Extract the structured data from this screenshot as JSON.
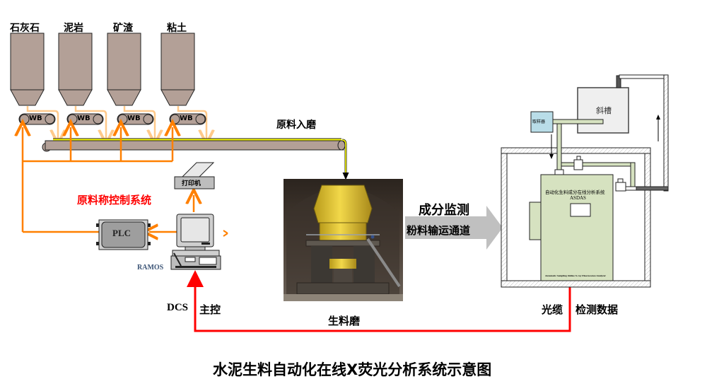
{
  "title": "水泥生料自动化在线X荧光分析系统示意图",
  "silos": [
    {
      "name": "石灰石",
      "scale": "WB"
    },
    {
      "name": "泥岩",
      "scale": "WB"
    },
    {
      "name": "矿渣",
      "scale": "WB"
    },
    {
      "name": "粘土",
      "scale": "WB"
    }
  ],
  "labels": {
    "raw_to_mill": "原料入磨",
    "weighing_control": "原料称控制系统",
    "printer": "打印机",
    "plc": "PLC",
    "ramos": "RAMOS",
    "dcs": "DCS",
    "main_control": "主控",
    "raw_mill": "生料磨",
    "composition_monitoring": "成分监测",
    "powder_channel": "粉料输运通道",
    "sampler": "取样器",
    "chute": "斜槽",
    "analyzer_name": "自动化生料成分在线分析系统",
    "analyzer_code": "ASDAS",
    "analyzer_footer": "Automatic Sampling Online X-ray Fluorescence Analyzer",
    "fiber_cable": "光缆",
    "detection_data": "检测数据"
  },
  "colors": {
    "orange_line": "#ff8000",
    "light_orange_line": "#ffc98a",
    "red_line": "#ff0000",
    "silo_fill": "#b3a097",
    "analyzer_fill": "#d6e2c0",
    "sampler_fill": "#b9dde8",
    "chute_fill": "#efefef",
    "arrow_gray": "#c0c0c0",
    "red_text": "#ff0000",
    "ramos_text": "#3d5577"
  }
}
